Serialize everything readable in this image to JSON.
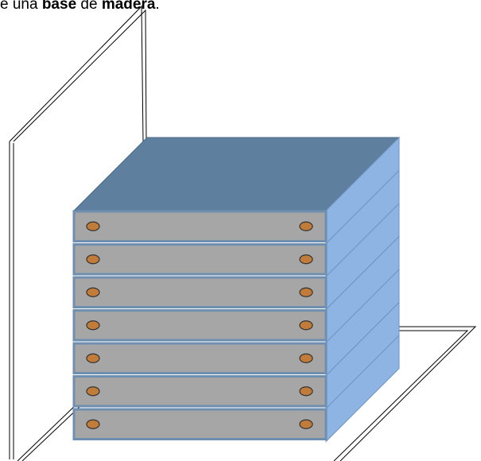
{
  "caption": {
    "part1": "e una ",
    "bold1": "base",
    "part2": " de ",
    "bold2": "madera",
    "part3": "."
  },
  "colors": {
    "top_face": "#5f7f9f",
    "side_face": "#8db4e2",
    "front_face": "#a6a6a6",
    "front_edge": "#6f8fb0",
    "screw_fill": "#c27c3a",
    "screw_stroke": "#333333",
    "line": "#000000"
  },
  "stack": {
    "plate_count": 7,
    "screws_per_plate": 2
  }
}
